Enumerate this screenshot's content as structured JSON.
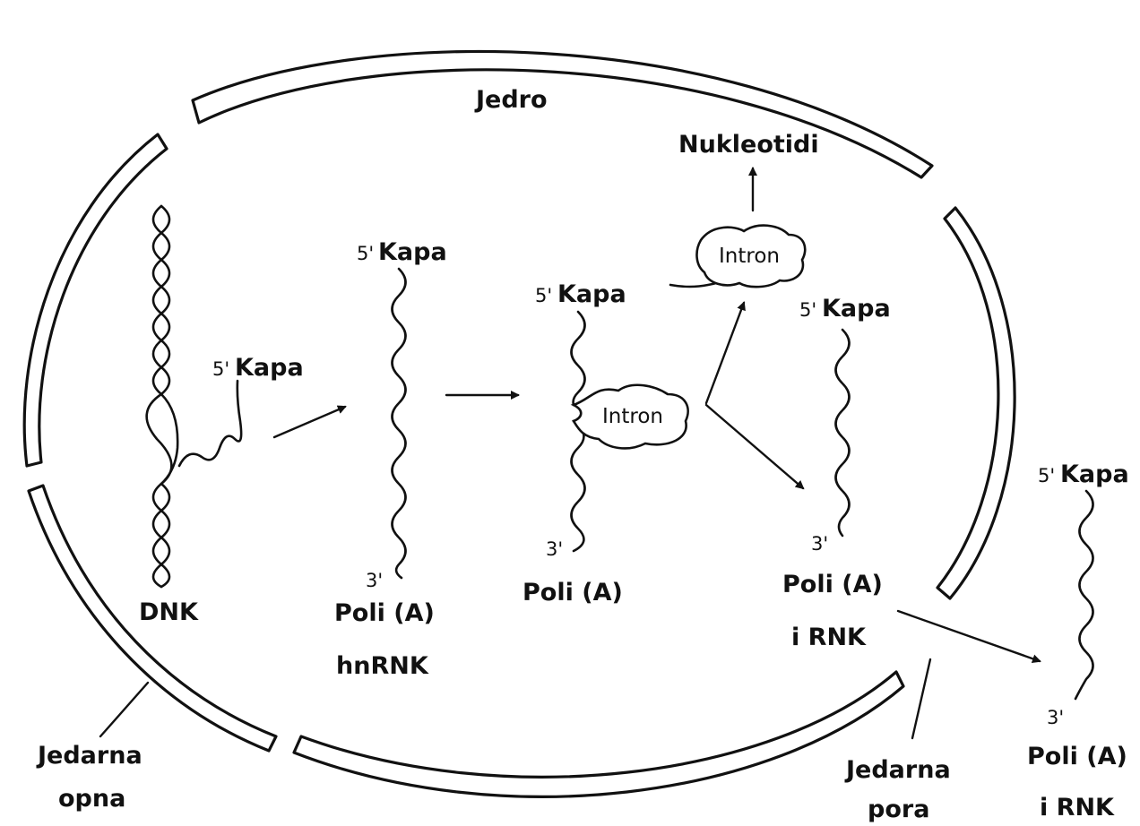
{
  "labels": {
    "nucleus": "Jedro",
    "nucleotides": "Nukleotidi",
    "dna": "DNK",
    "cap_1": "Kapa",
    "cap_2": "Kapa",
    "cap_3": "Kapa",
    "cap_4": "Kapa",
    "cap_5": "Kapa",
    "five_prime": "5'",
    "three_prime": "3'",
    "intron_1": "Intron",
    "intron_2": "Intron",
    "polya_1": "Poli (A)",
    "polya_2": "Poli (A)",
    "polya_3": "Poli (A)",
    "polya_4": "Poli (A)",
    "hnrna": "hnRNK",
    "mrna_1": "i RNK",
    "mrna_2": "i RNK",
    "envelope_line1": "Jedarna",
    "envelope_line2": "opna",
    "pore_line1": "Jedarna",
    "pore_line2": "pora"
  },
  "colors": {
    "ink": "#111111",
    "background": "#ffffff"
  }
}
